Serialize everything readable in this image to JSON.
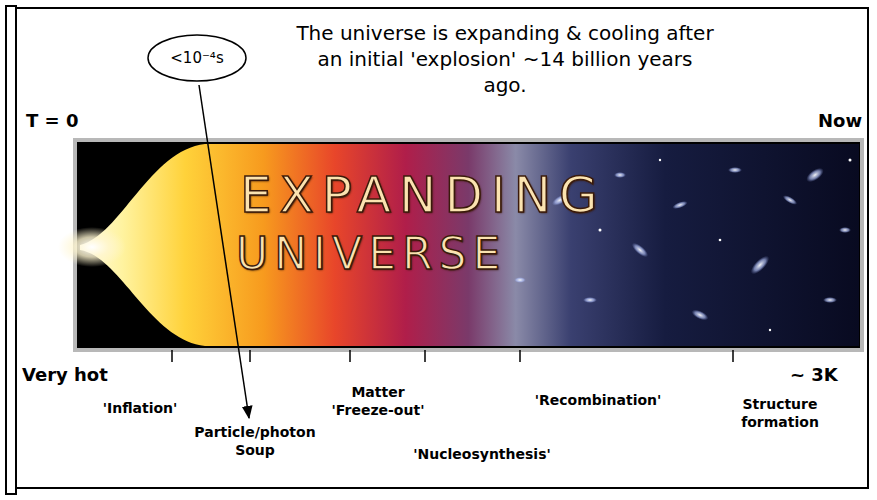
{
  "diagram": {
    "title": "The universe is expanding & cooling after an initial 'explosion' ~14 billion years ago.",
    "nodes": [
      {
        "text": [
          "<10⁻⁴s"
        ]
      }
    ],
    "labels": [
      "T = 0",
      "Now",
      "EXPANDING",
      "UNIVERSE",
      "Very hot",
      "~ 3K",
      "'Inflation'",
      "Particle/photon Soup",
      "Matter 'Freeze-out'",
      "'Nucleosynthesis'",
      "'Recombination'",
      "Structure formation"
    ]
  }
}
